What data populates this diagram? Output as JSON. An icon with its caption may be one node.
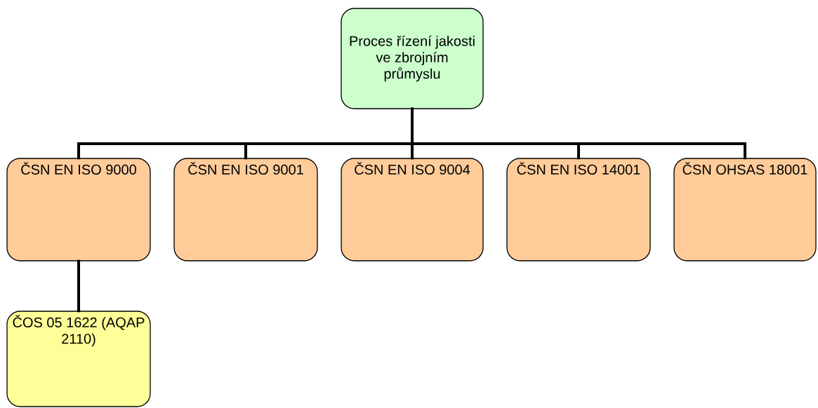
{
  "diagram": {
    "nodes": [
      {
        "text": [
          "Proces řízení jakosti ve zbrojním průmyslu"
        ]
      },
      {
        "text": [
          "ČSN EN ISO 9000"
        ]
      },
      {
        "text": [
          "ČSN EN ISO 9001"
        ]
      },
      {
        "text": [
          "ČSN EN ISO 9004"
        ]
      },
      {
        "text": [
          "ČSN EN ISO 14001"
        ]
      },
      {
        "text": [
          "ČSN OHSAS 18001"
        ]
      },
      {
        "text": [
          "ČOS 05 1622 (AQAP  2110)"
        ]
      }
    ],
    "edges": [
      {
        "from": 0,
        "to": 1,
        "arrow": "none"
      },
      {
        "from": 0,
        "to": 2,
        "arrow": "none"
      },
      {
        "from": 0,
        "to": 3,
        "arrow": "none"
      },
      {
        "from": 0,
        "to": 4,
        "arrow": "none"
      },
      {
        "from": 0,
        "to": 5,
        "arrow": "none"
      },
      {
        "from": 1,
        "to": 6,
        "arrow": "none"
      }
    ]
  }
}
